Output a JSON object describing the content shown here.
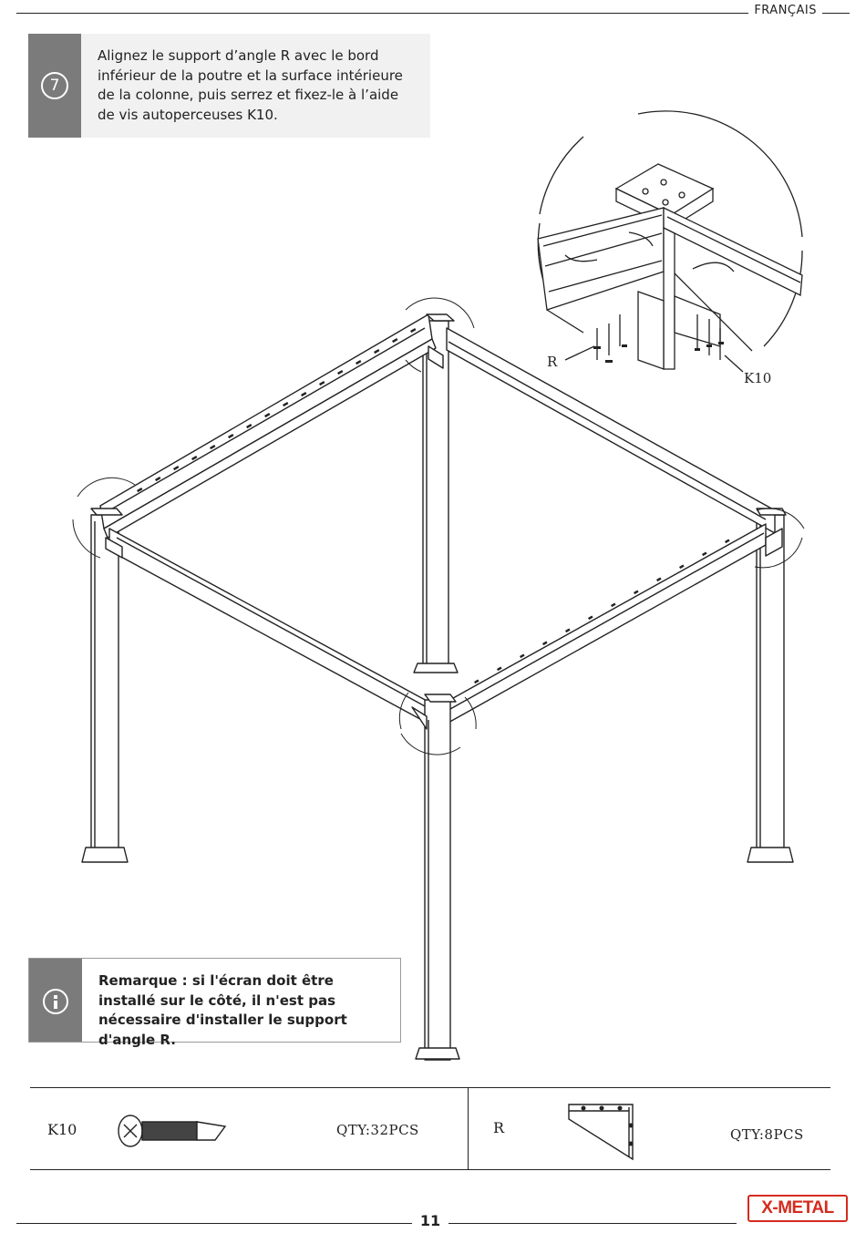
{
  "header": {
    "language": "FRANÇAIS"
  },
  "step": {
    "number": "7",
    "instruction": "Alignez le support d’angle R avec le bord inférieur de la poutre et la surface intérieure de la colonne, puis serrez et fixez-le à l’aide de vis autoperceuses K10."
  },
  "detail": {
    "label_r": "R",
    "label_k10": "K10"
  },
  "note": {
    "icon": "info-icon",
    "text": "Remarque : si l'écran doit être installé sur le côté, il n'est pas nécessaire d'installer le support d'angle R."
  },
  "parts": [
    {
      "code": "K10",
      "qty": "QTY:32PCS",
      "icon": "screw-icon"
    },
    {
      "code": "R",
      "qty": "QTY:8PCS",
      "icon": "corner-bracket-icon"
    }
  ],
  "footer": {
    "page_number": "11",
    "brand": "X-METAL"
  },
  "colors": {
    "brand": "#d52b1e",
    "sidebar": "#7b7b7b",
    "panel": "#f1f1f1"
  }
}
